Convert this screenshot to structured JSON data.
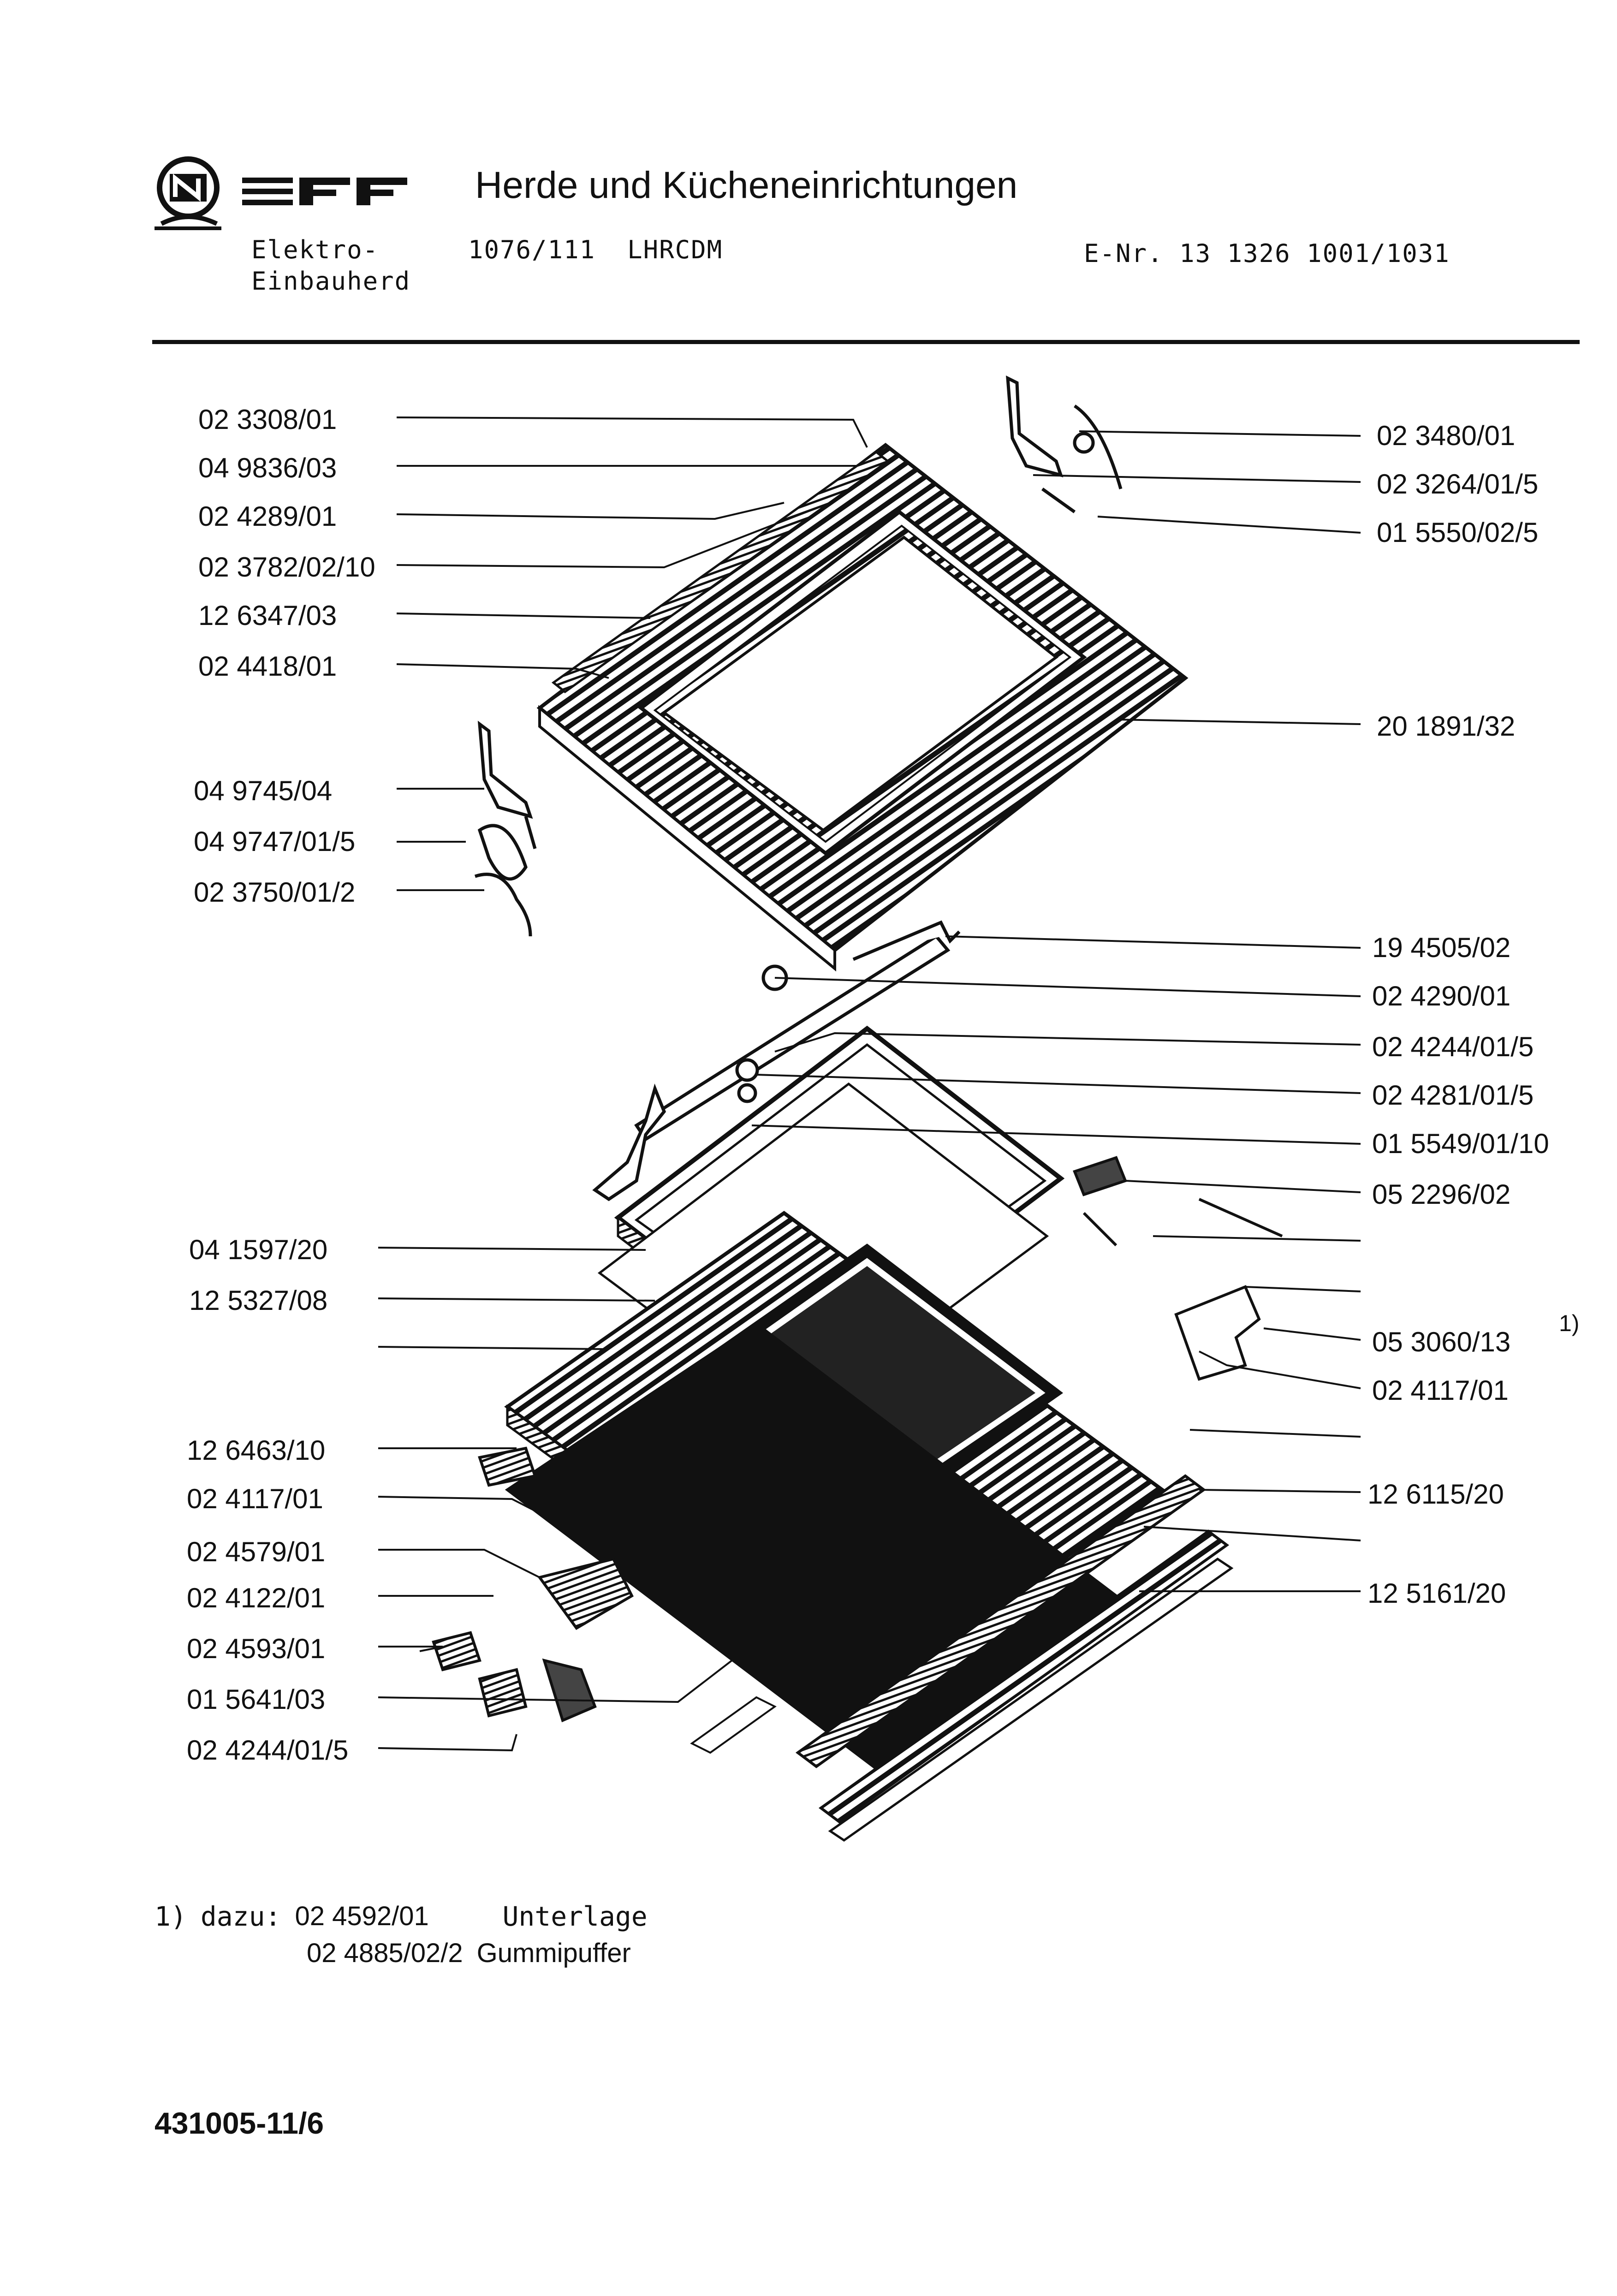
{
  "header": {
    "brand_letters": [
      "N",
      "E",
      "F",
      "F"
    ],
    "title": "Herde und Kücheneinrichtungen",
    "appliance_line1": "Elektro-",
    "appliance_line2": "Einbauherd",
    "model": "1076/111  LHRCDM",
    "e_nr": "E-Nr. 13 1326 1001/1031"
  },
  "parts_left": [
    "02 3308/01",
    "04 9836/03",
    "02 4289/01",
    "02 3782/02/10",
    "12 6347/03",
    "02 4418/01",
    "04 9745/04",
    "04 9747/01/5",
    "02 3750/01/2",
    "04 1597/20",
    "12 5327/08",
    "12 6463/10",
    "02 4117/01",
    "02 4579/01",
    "02 4122/01",
    "02 4593/01",
    "01 5641/03",
    "02 4244/01/5"
  ],
  "parts_right": [
    "02 3480/01",
    "02 3264/01/5",
    "01 5550/02/5",
    "20 1891/32",
    "19 4505/02",
    "02 4290/01",
    "02 4244/01/5",
    "02 4281/01/5",
    "01 5549/01/10",
    "05 2296/02",
    "05 3060/13",
    "02 4117/01",
    "12 6115/20",
    "12 5161/20"
  ],
  "footnote_marker": "1)",
  "footnote": {
    "marker": "1)",
    "prefix": "dazu:",
    "items": [
      {
        "part": "02 4592/01",
        "desc": "Unterlage"
      },
      {
        "part": "02 4885/02/2",
        "desc": "Gummipuffer"
      }
    ]
  },
  "doc_number": "431005-11/6"
}
